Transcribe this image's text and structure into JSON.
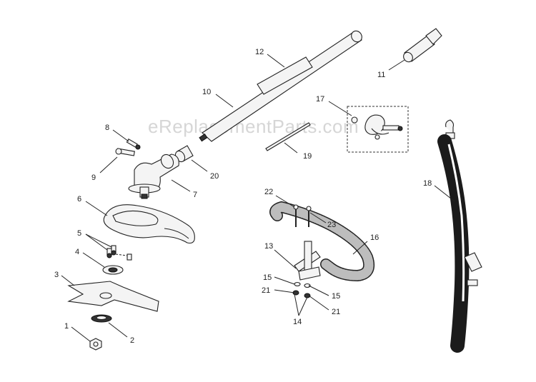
{
  "watermark": "eReplacementParts.com",
  "callouts": {
    "c1": "1",
    "c2": "2",
    "c3": "3",
    "c4": "4",
    "c5": "5",
    "c6": "6",
    "c7": "7",
    "c8": "8",
    "c9": "9",
    "c10": "10",
    "c11": "11",
    "c12": "12",
    "c13": "13",
    "c14": "14",
    "c15a": "15",
    "c15b": "15",
    "c16": "16",
    "c17": "17",
    "c18": "18",
    "c19": "19",
    "c20": "20",
    "c21a": "21",
    "c21b": "21",
    "c22": "22",
    "c23": "23"
  }
}
